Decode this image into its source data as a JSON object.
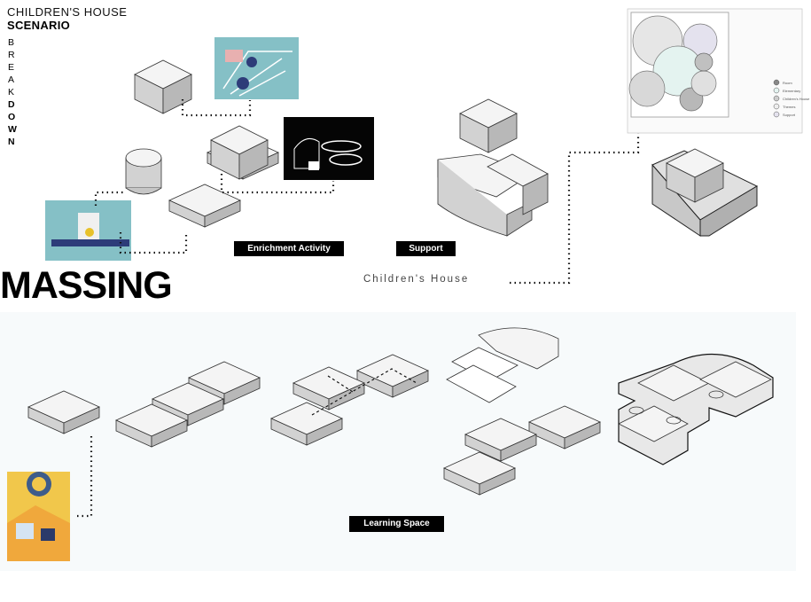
{
  "header": {
    "line1": "CHILDREN'S HOUSE",
    "line2": "SCENARIO",
    "vertical_light": [
      "B",
      "R",
      "E",
      "A",
      "K"
    ],
    "vertical_bold": [
      "D",
      "O",
      "W",
      "N"
    ]
  },
  "section_title": "MASSING",
  "labels": {
    "enrichment": "Enrichment Activity",
    "support": "Support",
    "children_house": "Children's House",
    "learning": "Learning Space"
  },
  "site_legend": [
    "Room",
    "Elementary",
    "Children's House",
    "Themes",
    "Support"
  ],
  "colors": {
    "panel": "#f7fafb",
    "label_bg": "#000000",
    "teal": "#85c0c6",
    "block_top": "#f3f3f3"
  }
}
